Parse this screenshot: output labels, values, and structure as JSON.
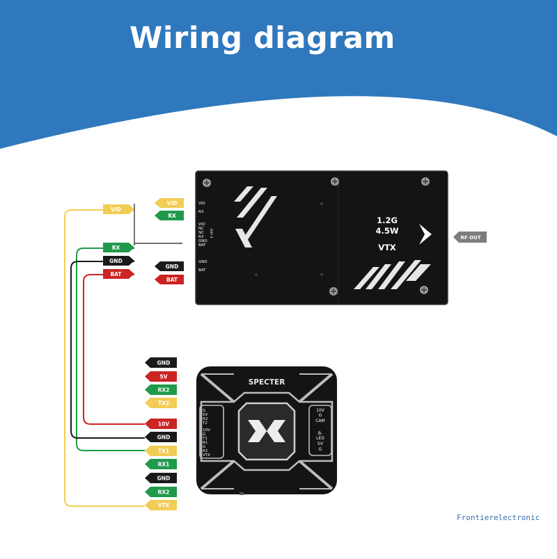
{
  "title": "Wiring diagram",
  "watermark": "Frontierelectronic",
  "colors": {
    "header_blue": "#2f78bd",
    "wire_yellow": "#f2cd55",
    "wire_green": "#1f9a4a",
    "wire_black": "#1a1a1a",
    "wire_red": "#cc2323",
    "tag_gray": "#7d7d7d"
  },
  "vtx": {
    "freq": "1.2G",
    "power": "4.5W",
    "type": "VTX",
    "pins_top": [
      "VID",
      "RX"
    ],
    "pins_mid": [
      "VID",
      "NC",
      "NC",
      "RX",
      "GND",
      "BAT"
    ],
    "pins_mid_side": "NRF 4",
    "pins_bottom": [
      "GND",
      "BAT"
    ],
    "rf_out": "RF OUT"
  },
  "vtx_tags": {
    "left": [
      {
        "label": "VID",
        "color": "yellow"
      },
      {
        "label": "RX",
        "color": "green"
      },
      {
        "label": "GND",
        "color": "black"
      },
      {
        "label": "BAT",
        "color": "red"
      }
    ],
    "right": [
      {
        "label": "VID",
        "color": "yellow"
      },
      {
        "label": "RX",
        "color": "green"
      },
      {
        "label": "GND",
        "color": "black"
      },
      {
        "label": "BAT",
        "color": "red"
      }
    ]
  },
  "fc": {
    "name": "SPECTER",
    "left_top_pins": [
      "G",
      "5V",
      "R2",
      "T2"
    ],
    "left_bottom_pins": [
      "10V",
      "G",
      "T1",
      "R1",
      "G",
      "R2",
      "VTX"
    ],
    "right_top_pins": [
      "10V",
      "G",
      "CAM"
    ],
    "right_bottom_pins": [
      "B-",
      "LED",
      "5V",
      "G"
    ]
  },
  "fc_tags": [
    {
      "label": "GND",
      "color": "black"
    },
    {
      "label": "5V",
      "color": "red"
    },
    {
      "label": "RX2",
      "color": "green"
    },
    {
      "label": "TX2",
      "color": "yellow"
    },
    {
      "label": "10V",
      "color": "red"
    },
    {
      "label": "GND",
      "color": "black"
    },
    {
      "label": "TX1",
      "color": "yellow"
    },
    {
      "label": "RX1",
      "color": "green"
    },
    {
      "label": "GND",
      "color": "black"
    },
    {
      "label": "RX2",
      "color": "green"
    },
    {
      "label": "VTX",
      "color": "yellow"
    }
  ]
}
